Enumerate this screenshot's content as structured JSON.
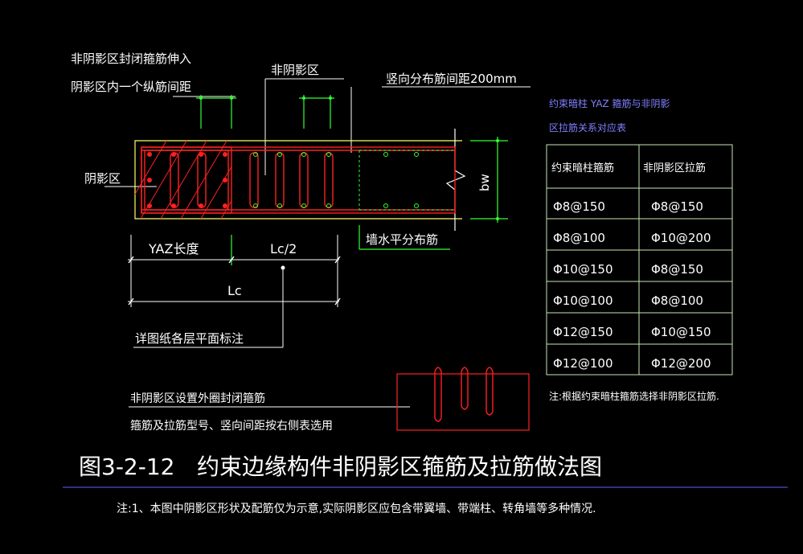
{
  "labels": {
    "non_shadow_top_1": "非阴影区封闭箍筋伸入",
    "non_shadow_top_2": "阴影区内一个纵筋间距",
    "non_shadow": "非阴影区",
    "vertical_spacing": "竖向分布筋间距200mm",
    "shadow": "阴影区",
    "bw": "bw",
    "wall_horizontal": "墙水平分布筋",
    "yaz_length": "YAZ长度",
    "lc2": "Lc/2",
    "lc": "Lc",
    "detail_note": "详图纸各层平面标注",
    "closed_stirrup_1": "非阴影区设置外圈封闭箍筋",
    "closed_stirrup_2": "箍筋及拉筋型号、竖向间距按右侧表选用"
  },
  "table": {
    "title_1": "约束暗柱 YAZ 箍筋与非阴影",
    "title_2": "区拉筋关系对应表",
    "headers": [
      "约束暗柱箍筋",
      "非阴影区拉筋"
    ],
    "rows": [
      [
        "Φ8@150",
        "Φ8@150"
      ],
      [
        "Φ8@100",
        "Φ10@200"
      ],
      [
        "Φ10@150",
        "Φ8@150"
      ],
      [
        "Φ10@100",
        "Φ8@100"
      ],
      [
        "Φ12@150",
        "Φ10@150"
      ],
      [
        "Φ12@100",
        "Φ12@200"
      ]
    ],
    "note": "注:根据约束暗柱箍筋选择非阴影区拉筋."
  },
  "figure": {
    "number": "图3-2-12",
    "title": "约束边缘构件非阴影区箍筋及拉筋做法图"
  },
  "footnote": "注:1、本图中阴影区形状及配筋仅为示意,实际阴影区应包含带翼墙、带端柱、转角墙等多种情况.",
  "colors": {
    "background": "#000000",
    "text": "#ffffff",
    "table_title": "#8080ff",
    "rebar_red": "#ff2020",
    "concrete_outline": "#ffff66",
    "dimension_green": "#33ff33",
    "table_border": "#c8e6b4",
    "rule_line": "#6060ff"
  }
}
